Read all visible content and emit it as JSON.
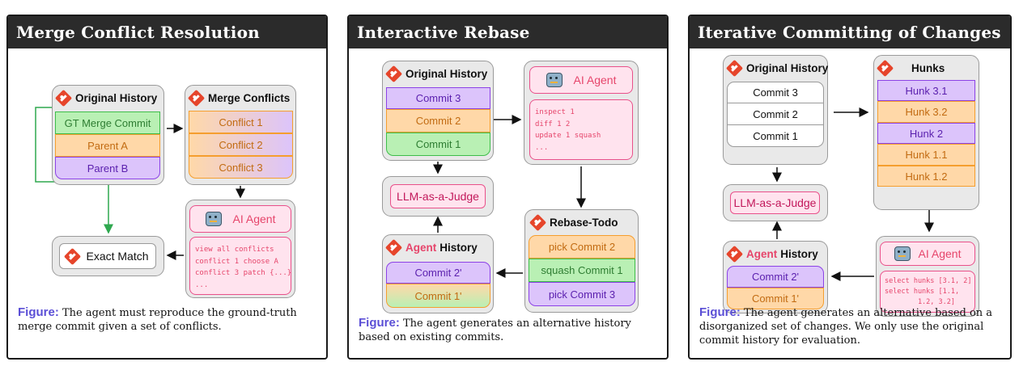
{
  "panels": [
    {
      "title": "Merge Conflict Resolution",
      "original_history": {
        "title": "Original History",
        "items": [
          "GT Merge Commit",
          "Parent A",
          "Parent B"
        ]
      },
      "merge_conflicts": {
        "title": "Merge Conflicts",
        "items": [
          "Conflict 1",
          "Conflict 2",
          "Conflict 3"
        ]
      },
      "ai_agent": {
        "title": "AI Agent",
        "lines": [
          "view all conflicts",
          "conflict 1 choose A",
          "conflict 3 patch {...}",
          "..."
        ]
      },
      "exact_match": "Exact Match",
      "caption": {
        "label": "Figure:",
        "text": "The agent must reproduce the ground-truth merge commit given a set of conflicts."
      }
    },
    {
      "title": "Interactive Rebase",
      "original_history": {
        "title": "Original History",
        "items": [
          "Commit 3",
          "Commit 2",
          "Commit 1"
        ]
      },
      "ai_agent": {
        "title": "AI Agent",
        "lines": [
          "inspect 1",
          "diff 1 2",
          "update 1 squash",
          "..."
        ]
      },
      "judge": "LLM-as-a-Judge",
      "rebase_todo": {
        "title": "Rebase-Todo",
        "items": [
          "pick Commit 2",
          "squash Commit 1",
          "pick Commit 3"
        ]
      },
      "agent_history": {
        "title_agent": "Agent",
        "title_rest": "History",
        "items": [
          "Commit 2'",
          "Commit 1'"
        ]
      },
      "caption": {
        "label": "Figure:",
        "text": "The agent generates an alternative history based on existing commits."
      }
    },
    {
      "title": "Iterative Committing of Changes",
      "original_history": {
        "title": "Original History",
        "items": [
          "Commit 3",
          "Commit 2",
          "Commit 1"
        ]
      },
      "hunks": {
        "title": "Hunks",
        "items": [
          "Hunk 3.1",
          "Hunk 3.2",
          "Hunk 2",
          "Hunk 1.1",
          "Hunk 1.2"
        ]
      },
      "judge": "LLM-as-a-Judge",
      "ai_agent": {
        "title": "AI Agent",
        "lines": [
          "select hunks [3.1, 2]",
          "select hunks [1.1,",
          "        1.2, 3.2]"
        ]
      },
      "agent_history": {
        "title_agent": "Agent",
        "title_rest": "History",
        "items": [
          "Commit 2'",
          "Commit 1'"
        ]
      },
      "caption": {
        "label": "Figure:",
        "text": "The agent generates an alternative based on a disorganized set of changes. We only use the original commit history for evaluation."
      }
    }
  ],
  "colors": {
    "header_bg": "#2b2b2b",
    "git": "#e6452b",
    "agent_pink": "#e6456b",
    "figure_label": "#5b4fd6"
  }
}
